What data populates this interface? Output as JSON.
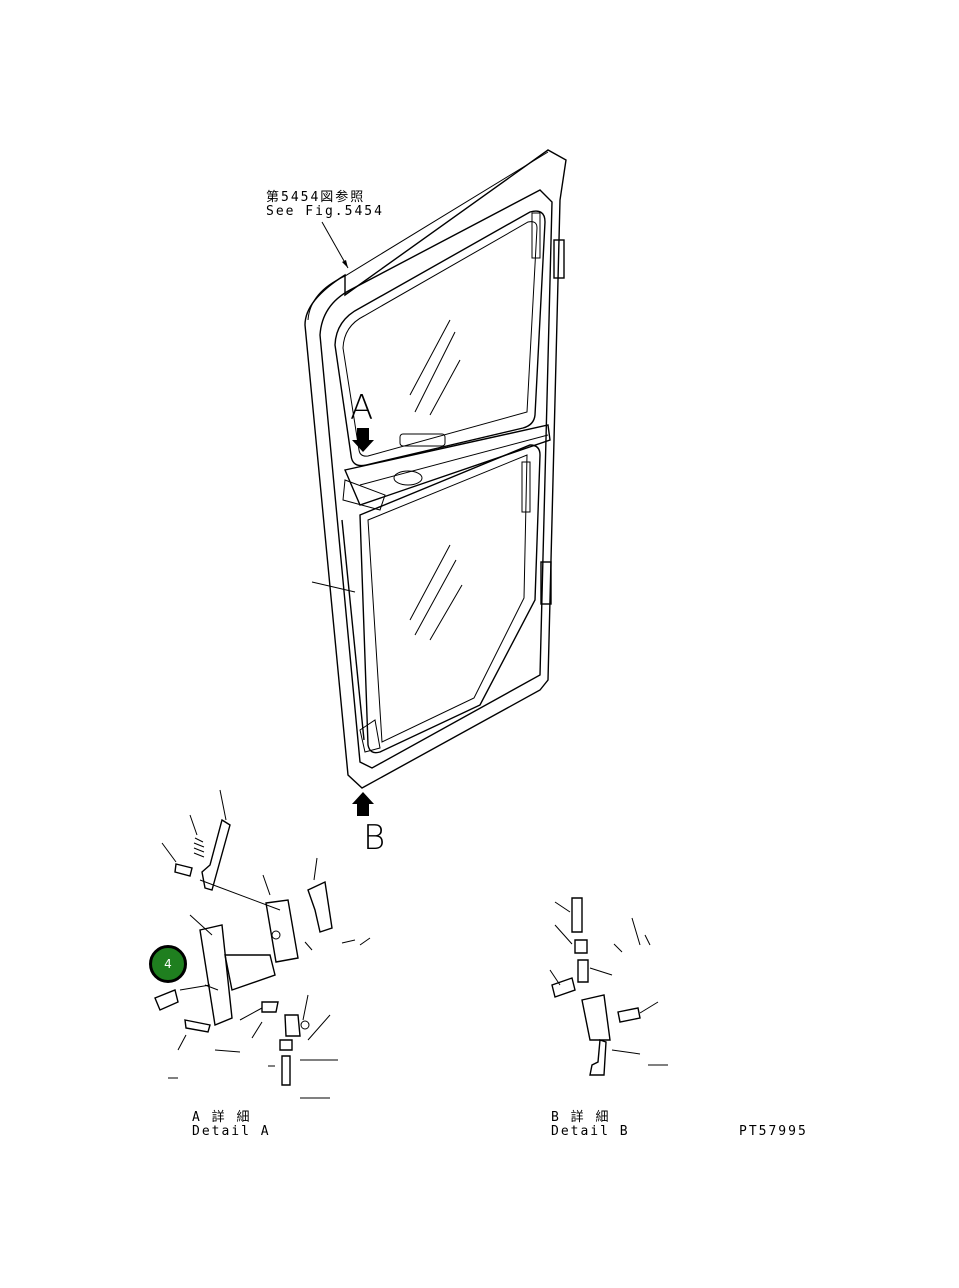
{
  "reference": {
    "line1": "第5454図参照",
    "line2": "See Fig.5454"
  },
  "view_labels": {
    "a": "A",
    "b": "B"
  },
  "details": {
    "a_jp": "A 詳 細",
    "a_en": "Detail A",
    "b_jp": "B 詳 細",
    "b_en": "Detail B"
  },
  "drawing_code": "PT57995",
  "callout": {
    "number": "4",
    "color": "#1f7f1f"
  }
}
